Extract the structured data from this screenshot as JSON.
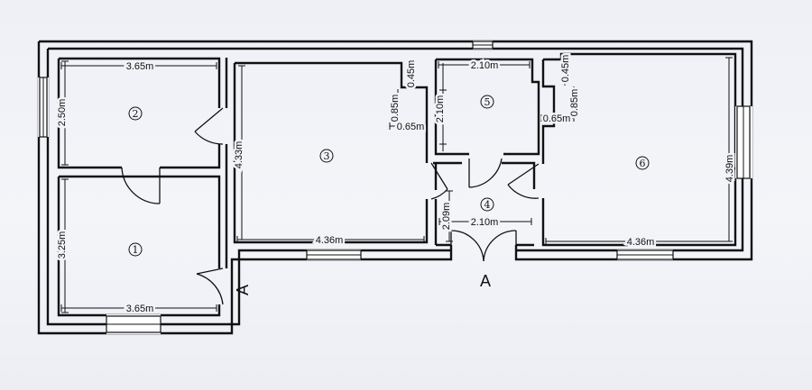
{
  "rooms": [
    {
      "number": "1",
      "width": "3.65m",
      "height": "3.25m"
    },
    {
      "number": "2",
      "width": "3.65m",
      "height": "2.50m"
    },
    {
      "number": "3",
      "width": "4.36m",
      "height": "4.33m",
      "notch_height": "0.45m",
      "notch_depth": "0.85m",
      "notch_width": "0.65m"
    },
    {
      "number": "4",
      "width": "2.10m",
      "height": "2.09m"
    },
    {
      "number": "5",
      "width": "2.10m",
      "height": "2.10m"
    },
    {
      "number": "6",
      "width": "4.36m",
      "height": "4.39m",
      "notch_height": "0.45m",
      "notch_depth": "0.85m",
      "notch_width": "0.65m"
    }
  ],
  "entrance_marks": [
    "A",
    "A"
  ]
}
